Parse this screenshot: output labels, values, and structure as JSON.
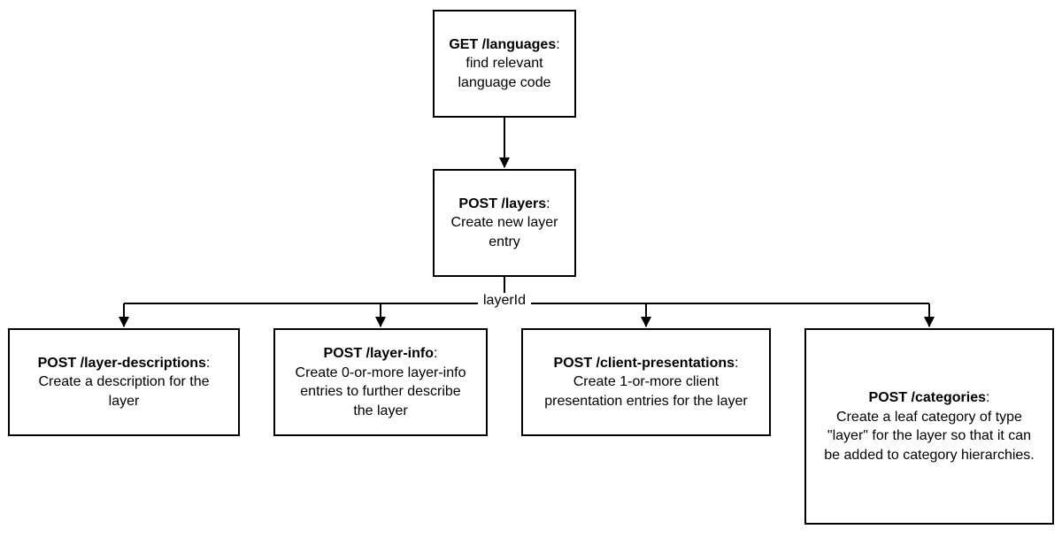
{
  "nodes": {
    "languages": {
      "endpoint": "GET /languages",
      "suffix": ":",
      "lines": [
        "find relevant",
        "language code"
      ]
    },
    "layers": {
      "endpoint": "POST /layers",
      "suffix": ":",
      "lines": [
        "Create new layer",
        "entry"
      ]
    },
    "layer_descriptions": {
      "endpoint": "POST /layer-descriptions",
      "suffix": ":",
      "lines": [
        "Create a description for the",
        "layer"
      ]
    },
    "layer_info": {
      "endpoint": "POST /layer-info",
      "suffix": ":",
      "lines": [
        "Create 0-or-more layer-info",
        "entries to further describe",
        "the layer"
      ]
    },
    "client_presentations": {
      "endpoint": "POST /client-presentations",
      "suffix": ":",
      "lines": [
        "Create 1-or-more client",
        "presentation entries for the layer"
      ]
    },
    "categories": {
      "endpoint": "POST /categories",
      "suffix": ":",
      "lines": [
        "Create a leaf category of type",
        "\"layer\" for the layer so that it can",
        "be added to category hierarchies."
      ]
    }
  },
  "edge_label": "layerId"
}
